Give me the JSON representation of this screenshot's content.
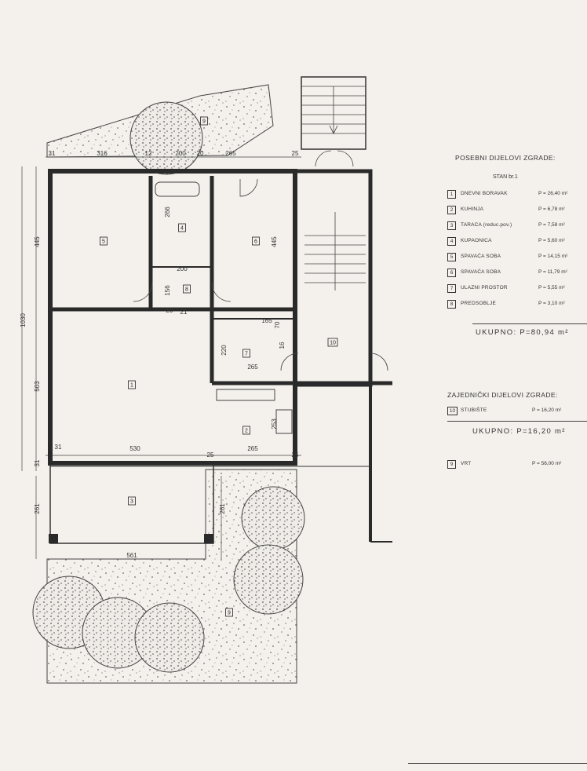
{
  "colors": {
    "paper": "#f4f1ec",
    "ink": "#2a2a2a",
    "wall": "#3a3a3a",
    "hatch": "#6f6a66"
  },
  "legend": {
    "private_title": "POSEBNI DIJELOVI ZGRADE:",
    "unit": "STAN br.1",
    "rooms": [
      {
        "num": "1",
        "name": "DNEVNI BORAVAK",
        "area": "P = 26,40 m²"
      },
      {
        "num": "2",
        "name": "KUHINJA",
        "area": "P = 6,78 m²"
      },
      {
        "num": "3",
        "name": "TARACA (reduc.pov.)",
        "area": "P = 7,58 m²"
      },
      {
        "num": "4",
        "name": "KUPAONICA",
        "area": "P = 5,60 m²"
      },
      {
        "num": "5",
        "name": "SPAVAĆA SOBA",
        "area": "P = 14,15 m²"
      },
      {
        "num": "6",
        "name": "SPAVAĆA SOBA",
        "area": "P = 11,79 m²"
      },
      {
        "num": "7",
        "name": "ULAZNI PROSTOR",
        "area": "P = 5,55 m²"
      },
      {
        "num": "8",
        "name": "PREDSOBLJE",
        "area": "P = 3,10 m²"
      }
    ],
    "private_total": "UKUPNO: P=80,94 m²",
    "common_title": "ZAJEDNIČKI DIJELOVI ZGRADE:",
    "common_rooms": [
      {
        "num": "10",
        "name": "STUBIŠTE",
        "area": "P = 16,20 m²"
      }
    ],
    "common_total": "UKUPNO: P=16,20 m²",
    "garden": {
      "num": "9",
      "name": "VRT",
      "area": "P = 56,00 m²"
    }
  },
  "plan": {
    "room_labels": [
      "1",
      "2",
      "3",
      "4",
      "5",
      "6",
      "7",
      "8",
      "9",
      "9",
      "9",
      "10"
    ],
    "dimensions": [
      "31",
      "316",
      "12",
      "200",
      "20",
      "265",
      "25",
      "445",
      "445",
      "1030",
      "503",
      "31",
      "31",
      "530",
      "25",
      "265",
      "25",
      "261",
      "261",
      "561",
      "200",
      "156",
      "266",
      "20",
      "165",
      "220",
      "265",
      "16",
      "70",
      "253",
      "21"
    ]
  }
}
